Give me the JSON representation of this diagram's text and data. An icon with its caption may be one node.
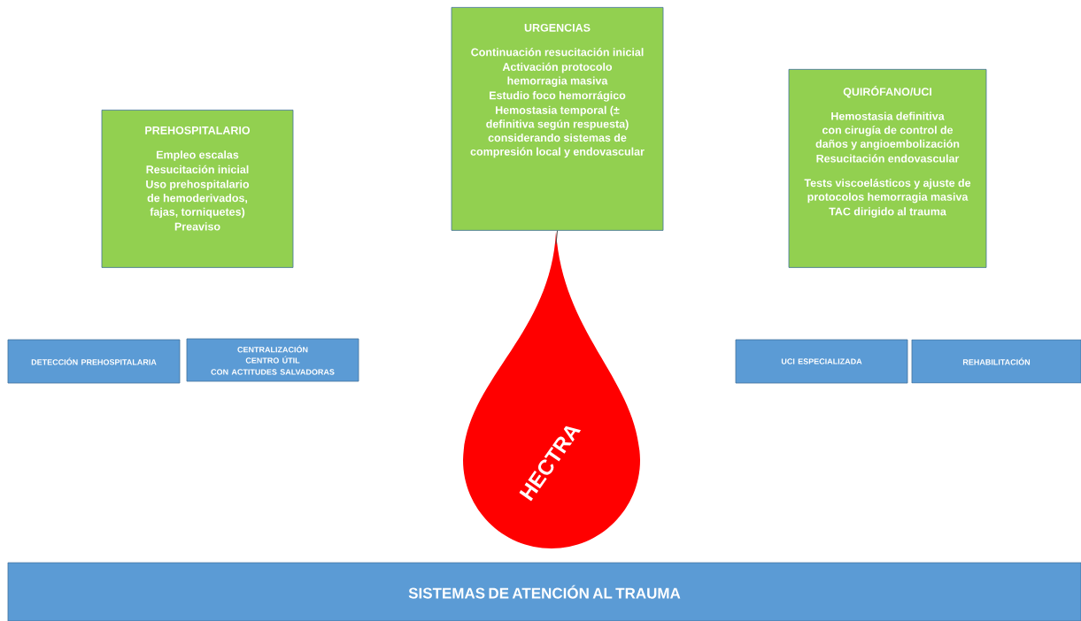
{
  "diagram": {
    "nodes": [
      {
        "text": [
          "PREHOSPITALARIO",
          "Empleo escalas",
          "Resucitación inicial",
          "Uso prehospitalario de hemoderivados, fajas, torniquetes)",
          "Preaviso"
        ]
      },
      {
        "text": [
          "URGENCIAS",
          "Continuación resucitación inicial",
          "Activación protocolo hemorragia masiva",
          "Estudio foco hemorrágico",
          "Hemostasia temporal (± definitiva según respuesta) considerando sistemas de compresión local y endovascular"
        ]
      },
      {
        "text": [
          "QUIRÓFANO/UCI",
          "Hemostasia definitiva con cirugía de control de daños y angioembolización",
          "Resucitación endovascular",
          "Tests viscoelásticos y ajuste de protocolos hemorragia masiva",
          "TAC dirigido al trauma"
        ]
      },
      {
        "text": [
          "HECTRA"
        ]
      },
      {
        "text": [
          "DETECCIÓN  PREHOSPITALARIA"
        ]
      },
      {
        "text": [
          "CENTRALIZACIÓN",
          "CENTRO ÚTIL",
          "CON ACTITUDES  SALVADORAS"
        ]
      },
      {
        "text": [
          "UCI ESPECIALIZADA"
        ]
      },
      {
        "text": [
          "REHABILITACIÓN"
        ]
      },
      {
        "text": [
          "SISTEMAS DE ATENCIÓN AL TRAUMA"
        ]
      }
    ],
    "edges": [
      {
        "from": 1,
        "to": 3,
        "arrow": "none"
      }
    ]
  }
}
